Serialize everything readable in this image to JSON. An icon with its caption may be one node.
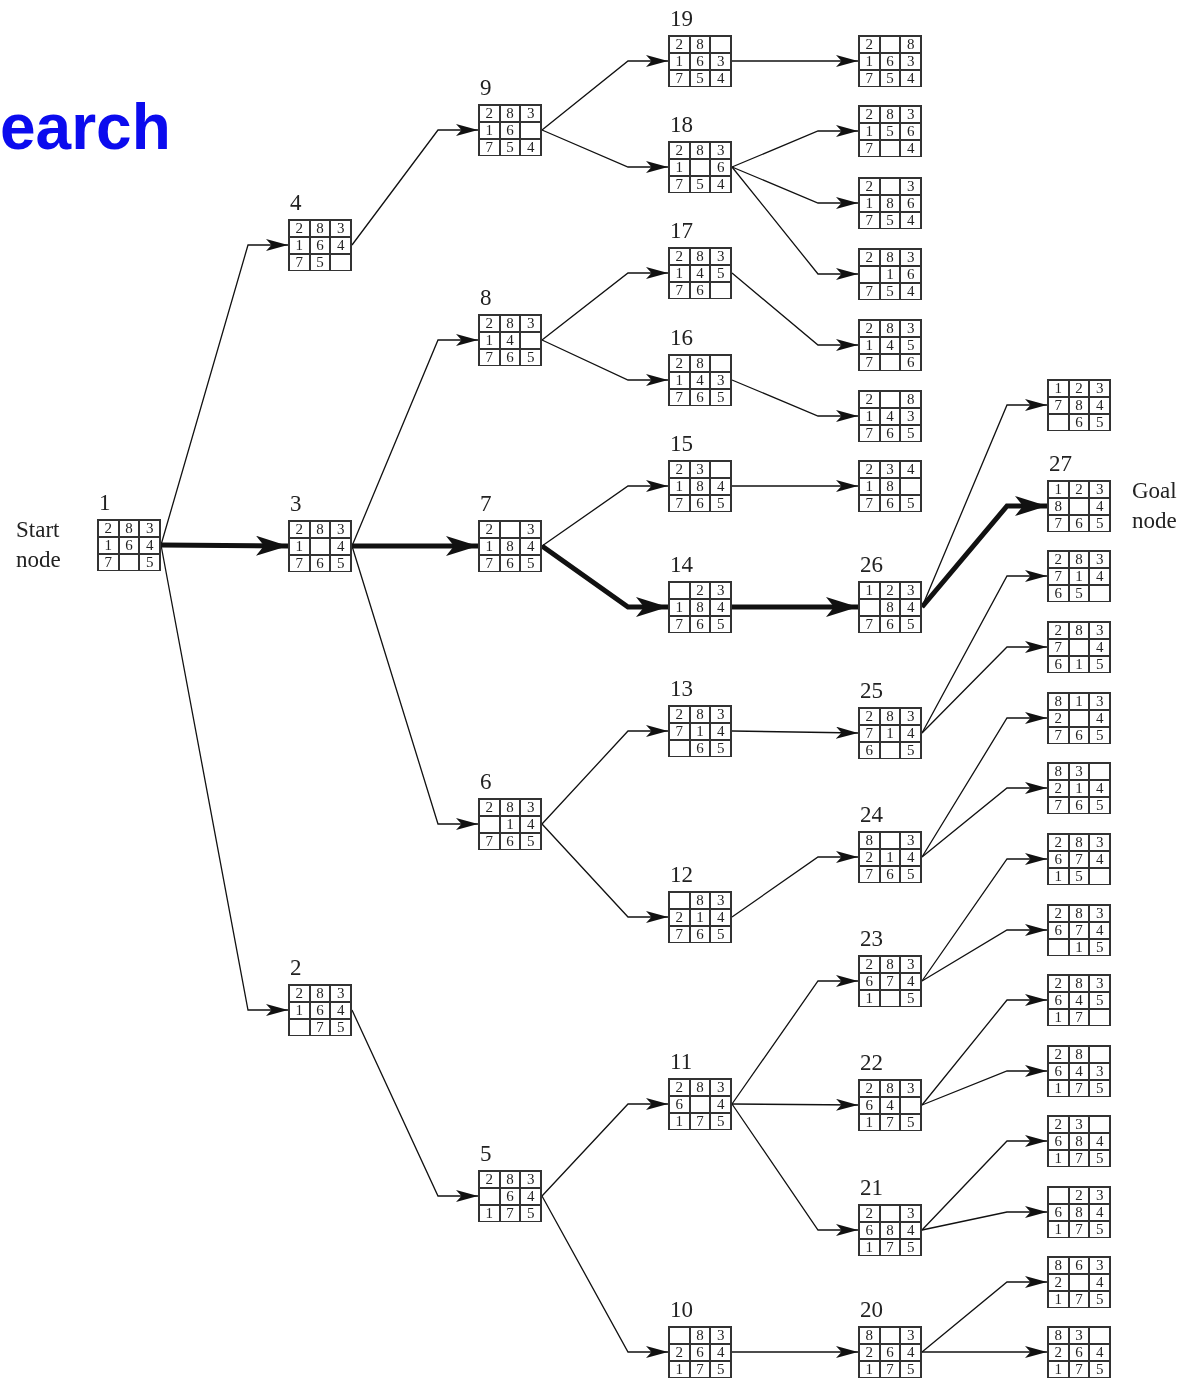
{
  "diagram": {
    "title": "earch",
    "nodes": [
      {
        "text": [
          "1"
        ],
        "beside": [
          "Start node"
        ]
      },
      {
        "text": [
          "2"
        ],
        "in": 0
      },
      {
        "text": [
          "8"
        ],
        "in": 0
      },
      {
        "text": [
          "3"
        ],
        "in": 0
      },
      {
        "text": [
          "1"
        ],
        "in": 0
      },
      {
        "text": [
          "6"
        ],
        "in": 0
      },
      {
        "text": [
          "4"
        ],
        "in": 0
      },
      {
        "text": [
          "7"
        ],
        "in": 0
      },
      {
        "text": [],
        "shape": "box",
        "in": 0
      },
      {
        "text": [
          "5"
        ],
        "in": 0
      },
      {
        "text": [
          "4"
        ]
      },
      {
        "text": [
          "2"
        ],
        "in": 10
      },
      {
        "text": [
          "8"
        ],
        "in": 10
      },
      {
        "text": [
          "3"
        ],
        "in": 10
      },
      {
        "text": [
          "1"
        ],
        "in": 10
      },
      {
        "text": [
          "6"
        ],
        "in": 10
      },
      {
        "text": [
          "4"
        ],
        "in": 10
      },
      {
        "text": [
          "7"
        ],
        "in": 10
      },
      {
        "text": [
          "5"
        ],
        "in": 10
      },
      {
        "text": [],
        "shape": "box",
        "in": 10
      },
      {
        "text": [
          "3"
        ]
      },
      {
        "text": [
          "2"
        ],
        "in": 20
      },
      {
        "text": [
          "8"
        ],
        "in": 20
      },
      {
        "text": [
          "3"
        ],
        "in": 20
      },
      {
        "text": [
          "1"
        ],
        "in": 20
      },
      {
        "text": [],
        "shape": "box",
        "in": 20
      },
      {
        "text": [
          "4"
        ],
        "in": 20
      },
      {
        "text": [
          "7"
        ],
        "in": 20
      },
      {
        "text": [
          "6"
        ],
        "in": 20
      },
      {
        "text": [
          "5"
        ],
        "in": 20
      },
      {
        "text": [
          "2"
        ]
      },
      {
        "text": [
          "2"
        ],
        "in": 30
      },
      {
        "text": [
          "8"
        ],
        "in": 30
      },
      {
        "text": [
          "3"
        ],
        "in": 30
      },
      {
        "text": [
          "1"
        ],
        "in": 30
      },
      {
        "text": [
          "6"
        ],
        "in": 30
      },
      {
        "text": [
          "4"
        ],
        "in": 30
      },
      {
        "text": [],
        "shape": "box",
        "in": 30
      },
      {
        "text": [
          "7"
        ],
        "in": 30
      },
      {
        "text": [
          "5"
        ],
        "in": 30
      },
      {
        "text": [
          "9"
        ]
      },
      {
        "text": [
          "2"
        ],
        "in": 40
      },
      {
        "text": [
          "8"
        ],
        "in": 40
      },
      {
        "text": [
          "3"
        ],
        "in": 40
      },
      {
        "text": [
          "1"
        ],
        "in": 40
      },
      {
        "text": [
          "6"
        ],
        "in": 40
      },
      {
        "text": [],
        "shape": "box",
        "in": 40
      },
      {
        "text": [
          "7"
        ],
        "in": 40
      },
      {
        "text": [
          "5"
        ],
        "in": 40
      },
      {
        "text": [
          "4"
        ],
        "in": 40
      },
      {
        "text": [
          "8"
        ]
      },
      {
        "text": [
          "2"
        ],
        "in": 50
      },
      {
        "text": [
          "8"
        ],
        "in": 50
      },
      {
        "text": [
          "3"
        ],
        "in": 50
      },
      {
        "text": [
          "1"
        ],
        "in": 50
      },
      {
        "text": [
          "4"
        ],
        "in": 50
      },
      {
        "text": [],
        "shape": "box",
        "in": 50
      },
      {
        "text": [
          "7"
        ],
        "in": 50
      },
      {
        "text": [
          "6"
        ],
        "in": 50
      },
      {
        "text": [
          "5"
        ],
        "in": 50
      },
      {
        "text": [
          "7"
        ]
      },
      {
        "text": [
          "2"
        ],
        "in": 60
      },
      {
        "text": [],
        "shape": "box",
        "in": 60
      },
      {
        "text": [
          "3"
        ],
        "in": 60
      },
      {
        "text": [
          "1"
        ],
        "in": 60
      },
      {
        "text": [
          "8"
        ],
        "in": 60
      },
      {
        "text": [
          "4"
        ],
        "in": 60
      },
      {
        "text": [
          "7"
        ],
        "in": 60
      },
      {
        "text": [
          "6"
        ],
        "in": 60
      },
      {
        "text": [
          "5"
        ],
        "in": 60
      },
      {
        "text": [
          "6"
        ]
      },
      {
        "text": [
          "2"
        ],
        "in": 70
      },
      {
        "text": [
          "8"
        ],
        "in": 70
      },
      {
        "text": [
          "3"
        ],
        "in": 70
      },
      {
        "text": [],
        "shape": "box",
        "in": 70
      },
      {
        "text": [
          "1"
        ],
        "in": 70
      },
      {
        "text": [
          "4"
        ],
        "in": 70
      },
      {
        "text": [
          "7"
        ],
        "in": 70
      },
      {
        "text": [
          "6"
        ],
        "in": 70
      },
      {
        "text": [
          "5"
        ],
        "in": 70
      },
      {
        "text": [
          "5"
        ]
      },
      {
        "text": [
          "2"
        ],
        "in": 80
      },
      {
        "text": [
          "8"
        ],
        "in": 80
      },
      {
        "text": [
          "3"
        ],
        "in": 80
      },
      {
        "text": [],
        "shape": "box",
        "in": 80
      },
      {
        "text": [
          "6"
        ],
        "in": 80
      },
      {
        "text": [
          "4"
        ],
        "in": 80
      },
      {
        "text": [
          "1"
        ],
        "in": 80
      },
      {
        "text": [
          "7"
        ],
        "in": 80
      },
      {
        "text": [
          "5"
        ],
        "in": 80
      },
      {
        "text": [
          "19"
        ]
      },
      {
        "text": [
          "2"
        ],
        "in": 90
      },
      {
        "text": [
          "8"
        ],
        "in": 90
      },
      {
        "text": [],
        "shape": "box",
        "in": 90
      },
      {
        "text": [
          "1"
        ],
        "in": 90
      },
      {
        "text": [
          "6"
        ],
        "in": 90
      },
      {
        "text": [
          "3"
        ],
        "in": 90
      },
      {
        "text": [
          "7"
        ],
        "in": 90
      },
      {
        "text": [
          "5"
        ],
        "in": 90
      },
      {
        "text": [
          "4"
        ],
        "in": 90
      },
      {
        "text": [
          "18"
        ]
      },
      {
        "text": [
          "2"
        ],
        "in": 100
      },
      {
        "text": [
          "8"
        ],
        "in": 100
      },
      {
        "text": [
          "3"
        ],
        "in": 100
      },
      {
        "text": [
          "1"
        ],
        "in": 100
      },
      {
        "text": [],
        "shape": "box",
        "in": 100
      },
      {
        "text": [
          "6"
        ],
        "in": 100
      },
      {
        "text": [
          "7"
        ],
        "in": 100
      },
      {
        "text": [
          "5"
        ],
        "in": 100
      },
      {
        "text": [
          "4"
        ],
        "in": 100
      },
      {
        "text": [
          "17"
        ]
      },
      {
        "text": [
          "2"
        ],
        "in": 110
      },
      {
        "text": [
          "8"
        ],
        "in": 110
      },
      {
        "text": [
          "3"
        ],
        "in": 110
      },
      {
        "text": [
          "1"
        ],
        "in": 110
      },
      {
        "text": [
          "4"
        ],
        "in": 110
      },
      {
        "text": [
          "5"
        ],
        "in": 110
      },
      {
        "text": [
          "7"
        ],
        "in": 110
      },
      {
        "text": [
          "6"
        ],
        "in": 110
      },
      {
        "text": [],
        "shape": "box",
        "in": 110
      },
      {
        "text": [
          "16"
        ]
      },
      {
        "text": [
          "2"
        ],
        "in": 120
      },
      {
        "text": [
          "8"
        ],
        "in": 120
      },
      {
        "text": [],
        "shape": "box",
        "in": 120
      },
      {
        "text": [
          "1"
        ],
        "in": 120
      },
      {
        "text": [
          "4"
        ],
        "in": 120
      },
      {
        "text": [
          "3"
        ],
        "in": 120
      },
      {
        "text": [
          "7"
        ],
        "in": 120
      },
      {
        "text": [
          "6"
        ],
        "in": 120
      },
      {
        "text": [
          "5"
        ],
        "in": 120
      },
      {
        "text": [
          "15"
        ]
      },
      {
        "text": [
          "2"
        ],
        "in": 130
      },
      {
        "text": [
          "3"
        ],
        "in": 130
      },
      {
        "text": [],
        "shape": "box",
        "in": 130
      },
      {
        "text": [
          "1"
        ],
        "in": 130
      },
      {
        "text": [
          "8"
        ],
        "in": 130
      },
      {
        "text": [
          "4"
        ],
        "in": 130
      },
      {
        "text": [
          "7"
        ],
        "in": 130
      },
      {
        "text": [
          "6"
        ],
        "in": 130
      },
      {
        "text": [
          "5"
        ],
        "in": 130
      },
      {
        "text": [
          "14"
        ]
      },
      {
        "text": [],
        "shape": "box",
        "in": 140
      },
      {
        "text": [
          "2"
        ],
        "in": 140
      },
      {
        "text": [
          "3"
        ],
        "in": 140
      },
      {
        "text": [
          "1"
        ],
        "in": 140
      },
      {
        "text": [
          "8"
        ],
        "in": 140
      },
      {
        "text": [
          "4"
        ],
        "in": 140
      },
      {
        "text": [
          "7"
        ],
        "in": 140
      },
      {
        "text": [
          "6"
        ],
        "in": 140
      },
      {
        "text": [
          "5"
        ],
        "in": 140
      },
      {
        "text": [
          "13"
        ]
      },
      {
        "text": [
          "2"
        ],
        "in": 150
      },
      {
        "text": [
          "8"
        ],
        "in": 150
      },
      {
        "text": [
          "3"
        ],
        "in": 150
      },
      {
        "text": [
          "7"
        ],
        "in": 150
      },
      {
        "text": [
          "1"
        ],
        "in": 150
      },
      {
        "text": [
          "4"
        ],
        "in": 150
      },
      {
        "text": [],
        "shape": "box",
        "in": 150
      },
      {
        "text": [
          "6"
        ],
        "in": 150
      },
      {
        "text": [
          "5"
        ],
        "in": 150
      },
      {
        "text": [
          "12"
        ]
      },
      {
        "text": [],
        "shape": "box",
        "in": 160
      },
      {
        "text": [
          "8"
        ],
        "in": 160
      },
      {
        "text": [
          "3"
        ],
        "in": 160
      },
      {
        "text": [
          "2"
        ],
        "in": 160
      },
      {
        "text": [
          "1"
        ],
        "in": 160
      },
      {
        "text": [
          "4"
        ],
        "in": 160
      },
      {
        "text": [
          "7"
        ],
        "in": 160
      },
      {
        "text": [
          "6"
        ],
        "in": 160
      },
      {
        "text": [
          "5"
        ],
        "in": 160
      },
      {
        "text": [
          "11"
        ]
      },
      {
        "text": [
          "2"
        ],
        "in": 170
      },
      {
        "text": [
          "8"
        ],
        "in": 170
      },
      {
        "text": [
          "3"
        ],
        "in": 170
      },
      {
        "text": [
          "6"
        ],
        "in": 170
      },
      {
        "text": [],
        "shape": "box",
        "in": 170
      },
      {
        "text": [
          "4"
        ],
        "in": 170
      },
      {
        "text": [
          "1"
        ],
        "in": 170
      },
      {
        "text": [
          "7"
        ],
        "in": 170
      },
      {
        "text": [
          "5"
        ],
        "in": 170
      },
      {
        "text": [
          "10"
        ]
      },
      {
        "text": [],
        "shape": "box",
        "in": 180
      },
      {
        "text": [
          "8"
        ],
        "in": 180
      },
      {
        "text": [
          "3"
        ],
        "in": 180
      },
      {
        "text": [
          "2"
        ],
        "in": 180
      },
      {
        "text": [
          "6"
        ],
        "in": 180
      },
      {
        "text": [
          "4"
        ],
        "in": 180
      },
      {
        "text": [
          "1"
        ],
        "in": 180
      },
      {
        "text": [
          "7"
        ],
        "in": 180
      },
      {
        "text": [
          "5"
        ],
        "in": 180
      },
      {
        "text": [],
        "shape": "box"
      },
      {
        "text": [
          "2"
        ],
        "in": 190
      },
      {
        "text": [],
        "shape": "box",
        "in": 190
      },
      {
        "text": [
          "8"
        ],
        "in": 190
      },
      {
        "text": [
          "1"
        ],
        "in": 190
      },
      {
        "text": [
          "6"
        ],
        "in": 190
      },
      {
        "text": [
          "3"
        ],
        "in": 190
      },
      {
        "text": [
          "7"
        ],
        "in": 190
      },
      {
        "text": [
          "5"
        ],
        "in": 190
      },
      {
        "text": [
          "4"
        ],
        "in": 190
      },
      {
        "text": [],
        "shape": "box"
      },
      {
        "text": [
          "2"
        ],
        "in": 200
      },
      {
        "text": [
          "8"
        ],
        "in": 200
      },
      {
        "text": [
          "3"
        ],
        "in": 200
      },
      {
        "text": [
          "1"
        ],
        "in": 200
      },
      {
        "text": [
          "5"
        ],
        "in": 200
      },
      {
        "text": [
          "6"
        ],
        "in": 200
      },
      {
        "text": [
          "7"
        ],
        "in": 200
      },
      {
        "text": [],
        "shape": "box",
        "in": 200
      },
      {
        "text": [
          "4"
        ],
        "in": 200
      },
      {
        "text": [],
        "shape": "box"
      },
      {
        "text": [
          "2"
        ],
        "in": 210
      },
      {
        "text": [],
        "shape": "box",
        "in": 210
      },
      {
        "text": [
          "3"
        ],
        "in": 210
      },
      {
        "text": [
          "1"
        ],
        "in": 210
      },
      {
        "text": [
          "8"
        ],
        "in": 210
      },
      {
        "text": [
          "6"
        ],
        "in": 210
      },
      {
        "text": [
          "7"
        ],
        "in": 210
      },
      {
        "text": [
          "5"
        ],
        "in": 210
      },
      {
        "text": [
          "4"
        ],
        "in": 210
      },
      {
        "text": [],
        "shape": "box"
      },
      {
        "text": [
          "2"
        ],
        "in": 220
      },
      {
        "text": [
          "8"
        ],
        "in": 220
      },
      {
        "text": [
          "3"
        ],
        "in": 220
      },
      {
        "text": [],
        "shape": "box",
        "in": 220
      },
      {
        "text": [
          "1"
        ],
        "in": 220
      },
      {
        "text": [
          "6"
        ],
        "in": 220
      },
      {
        "text": [
          "7"
        ],
        "in": 220
      },
      {
        "text": [
          "5"
        ],
        "in": 220
      },
      {
        "text": [
          "4"
        ],
        "in": 220
      },
      {
        "text": [],
        "shape": "box"
      },
      {
        "text": [
          "2"
        ],
        "in": 230
      },
      {
        "text": [
          "8"
        ],
        "in": 230
      },
      {
        "text": [
          "3"
        ],
        "in": 230
      },
      {
        "text": [
          "1"
        ],
        "in": 230
      },
      {
        "text": [
          "4"
        ],
        "in": 230
      },
      {
        "text": [
          "5"
        ],
        "in": 230
      },
      {
        "text": [
          "7"
        ],
        "in": 230
      },
      {
        "text": [],
        "shape": "box",
        "in": 230
      },
      {
        "text": [
          "6"
        ],
        "in": 230
      },
      {
        "text": [],
        "shape": "box"
      },
      {
        "text": [
          "2"
        ],
        "in": 240
      },
      {
        "text": [],
        "shape": "box",
        "in": 240
      },
      {
        "text": [
          "8"
        ],
        "in": 240
      },
      {
        "text": [
          "1"
        ],
        "in": 240
      },
      {
        "text": [
          "4"
        ],
        "in": 240
      },
      {
        "text": [
          "3"
        ],
        "in": 240
      },
      {
        "text": [
          "7"
        ],
        "in": 240
      },
      {
        "text": [
          "6"
        ],
        "in": 240
      },
      {
        "text": [
          "5"
        ],
        "in": 240
      },
      {
        "text": [],
        "shape": "box"
      },
      {
        "text": [
          "2"
        ],
        "in": 250
      },
      {
        "text": [
          "3"
        ],
        "in": 250
      },
      {
        "text": [
          "4"
        ],
        "in": 250
      },
      {
        "text": [
          "1"
        ],
        "in": 250
      },
      {
        "text": [
          "8"
        ],
        "in": 250
      },
      {
        "text": [],
        "shape": "box",
        "in": 250
      },
      {
        "text": [
          "7"
        ],
        "in": 250
      },
      {
        "text": [
          "6"
        ],
        "in": 250
      },
      {
        "text": [
          "5"
        ],
        "in": 250
      },
      {
        "text": [
          "26"
        ]
      },
      {
        "text": [
          "1"
        ],
        "in": 260
      },
      {
        "text": [
          "2"
        ],
        "in": 260
      },
      {
        "text": [
          "3"
        ],
        "in": 260
      },
      {
        "text": [],
        "shape": "box",
        "in": 260
      },
      {
        "text": [
          "8"
        ],
        "in": 260
      },
      {
        "text": [
          "4"
        ],
        "in": 260
      },
      {
        "text": [
          "7"
        ],
        "in": 260
      },
      {
        "text": [
          "6"
        ],
        "in": 260
      },
      {
        "text": [
          "5"
        ],
        "in": 260
      },
      {
        "text": [
          "25"
        ]
      },
      {
        "text": [
          "2"
        ],
        "in": 270
      },
      {
        "text": [
          "8"
        ],
        "in": 270
      },
      {
        "text": [
          "3"
        ],
        "in": 270
      },
      {
        "text": [
          "7"
        ],
        "in": 270
      },
      {
        "text": [
          "1"
        ],
        "in": 270
      },
      {
        "text": [
          "4"
        ],
        "in": 270
      },
      {
        "text": [
          "6"
        ],
        "in": 270
      },
      {
        "text": [],
        "shape": "box",
        "in": 270
      },
      {
        "text": [
          "5"
        ],
        "in": 270
      },
      {
        "text": [
          "24"
        ]
      },
      {
        "text": [
          "8"
        ],
        "in": 280
      },
      {
        "text": [],
        "shape": "box",
        "in": 280
      },
      {
        "text": [
          "3"
        ],
        "in": 280
      },
      {
        "text": [
          "2"
        ],
        "in": 280
      },
      {
        "text": [
          "1"
        ],
        "in": 280
      },
      {
        "text": [
          "4"
        ],
        "in": 280
      },
      {
        "text": [
          "7"
        ],
        "in": 280
      },
      {
        "text": [
          "6"
        ],
        "in": 280
      },
      {
        "text": [
          "5"
        ],
        "in": 280
      },
      {
        "text": [
          "23"
        ]
      },
      {
        "text": [
          "2"
        ],
        "in": 290
      },
      {
        "text": [
          "8"
        ],
        "in": 290
      },
      {
        "text": [
          "3"
        ],
        "in": 290
      },
      {
        "text": [
          "6"
        ],
        "in": 290
      },
      {
        "text": [
          "7"
        ],
        "in": 290
      },
      {
        "text": [
          "4"
        ],
        "in": 290
      },
      {
        "text": [
          "1"
        ],
        "in": 290
      },
      {
        "text": [],
        "shape": "box",
        "in": 290
      },
      {
        "text": [
          "5"
        ],
        "in": 290
      },
      {
        "text": [
          "22"
        ]
      },
      {
        "text": [
          "2"
        ],
        "in": 300
      },
      {
        "text": [
          "8"
        ],
        "in": 300
      },
      {
        "text": [
          "3"
        ],
        "in": 300
      },
      {
        "text": [
          "6"
        ],
        "in": 300
      },
      {
        "text": [
          "4"
        ],
        "in": 300
      },
      {
        "text": [],
        "shape": "box",
        "in": 300
      },
      {
        "text": [
          "1"
        ],
        "in": 300
      },
      {
        "text": [
          "7"
        ],
        "in": 300
      },
      {
        "text": [
          "5"
        ],
        "in": 300
      },
      {
        "text": [
          "21"
        ]
      },
      {
        "text": [
          "2"
        ],
        "in": 310
      },
      {
        "text": [],
        "shape": "box",
        "in": 310
      },
      {
        "text": [
          "3"
        ],
        "in": 310
      },
      {
        "text": [
          "6"
        ],
        "in": 310
      },
      {
        "text": [
          "8"
        ],
        "in": 310
      },
      {
        "text": [
          "4"
        ],
        "in": 310
      },
      {
        "text": [
          "1"
        ],
        "in": 310
      },
      {
        "text": [
          "7"
        ],
        "in": 310
      },
      {
        "text": [
          "5"
        ],
        "in": 310
      },
      {
        "text": [
          "20"
        ]
      },
      {
        "text": [
          "8"
        ],
        "in": 320
      },
      {
        "text": [],
        "shape": "box",
        "in": 320
      },
      {
        "text": [
          "3"
        ],
        "in": 320
      },
      {
        "text": [
          "2"
        ],
        "in": 320
      },
      {
        "text": [
          "6"
        ],
        "in": 320
      },
      {
        "text": [
          "4"
        ],
        "in": 320
      },
      {
        "text": [
          "1"
        ],
        "in": 320
      },
      {
        "text": [
          "7"
        ],
        "in": 320
      },
      {
        "text": [
          "5"
        ],
        "in": 320
      },
      {
        "text": [],
        "shape": "box"
      },
      {
        "text": [
          "1"
        ],
        "in": 330
      },
      {
        "text": [
          "2"
        ],
        "in": 330
      },
      {
        "text": [
          "3"
        ],
        "in": 330
      },
      {
        "text": [
          "7"
        ],
        "in": 330
      },
      {
        "text": [
          "8"
        ],
        "in": 330
      },
      {
        "text": [
          "4"
        ],
        "in": 330
      },
      {
        "text": [],
        "shape": "box",
        "in": 330
      },
      {
        "text": [
          "6"
        ],
        "in": 330
      },
      {
        "text": [
          "5"
        ],
        "in": 330
      },
      {
        "text": [
          "27"
        ],
        "beside": [
          "Goal node"
        ]
      },
      {
        "text": [
          "1"
        ],
        "in": 340
      },
      {
        "text": [
          "2"
        ],
        "in": 340
      },
      {
        "text": [
          "3"
        ],
        "in": 340
      },
      {
        "text": [
          "8"
        ],
        "in": 340
      },
      {
        "text": [],
        "shape": "box",
        "in": 340
      },
      {
        "text": [
          "4"
        ],
        "in": 340
      },
      {
        "text": [
          "7"
        ],
        "in": 340
      },
      {
        "text": [
          "6"
        ],
        "in": 340
      },
      {
        "text": [
          "5"
        ],
        "in": 340
      },
      {
        "text": [],
        "shape": "box"
      },
      {
        "text": [
          "2"
        ],
        "in": 350
      },
      {
        "text": [
          "8"
        ],
        "in": 350
      },
      {
        "text": [
          "3"
        ],
        "in": 350
      },
      {
        "text": [
          "7"
        ],
        "in": 350
      },
      {
        "text": [
          "1"
        ],
        "in": 350
      },
      {
        "text": [
          "4"
        ],
        "in": 350
      },
      {
        "text": [
          "6"
        ],
        "in": 350
      },
      {
        "text": [
          "5"
        ],
        "in": 350
      },
      {
        "text": [],
        "shape": "box",
        "in": 350
      },
      {
        "text": [],
        "shape": "box"
      },
      {
        "text": [
          "2"
        ],
        "in": 360
      },
      {
        "text": [
          "8"
        ],
        "in": 360
      },
      {
        "text": [
          "3"
        ],
        "in": 360
      },
      {
        "text": [
          "7"
        ],
        "in": 360
      },
      {
        "text": [],
        "shape": "box",
        "in": 360
      },
      {
        "text": [
          "4"
        ],
        "in": 360
      },
      {
        "text": [
          "6"
        ],
        "in": 360
      },
      {
        "text": [
          "1"
        ],
        "in": 360
      },
      {
        "text": [
          "5"
        ],
        "in": 360
      },
      {
        "text": [],
        "shape": "box"
      },
      {
        "text": [
          "8"
        ],
        "in": 370
      },
      {
        "text": [
          "1"
        ],
        "in": 370
      },
      {
        "text": [
          "3"
        ],
        "in": 370
      },
      {
        "text": [
          "2"
        ],
        "in": 370
      },
      {
        "text": [],
        "shape": "box",
        "in": 370
      },
      {
        "text": [
          "4"
        ],
        "in": 370
      },
      {
        "text": [
          "7"
        ],
        "in": 370
      },
      {
        "text": [
          "6"
        ],
        "in": 370
      },
      {
        "text": [
          "5"
        ],
        "in": 370
      },
      {
        "text": [],
        "shape": "box"
      },
      {
        "text": [
          "8"
        ],
        "in": 380
      },
      {
        "text": [
          "3"
        ],
        "in": 380
      },
      {
        "text": [],
        "shape": "box",
        "in": 380
      },
      {
        "text": [
          "2"
        ],
        "in": 380
      },
      {
        "text": [
          "1"
        ],
        "in": 380
      },
      {
        "text": [
          "4"
        ],
        "in": 380
      },
      {
        "text": [
          "7"
        ],
        "in": 380
      },
      {
        "text": [
          "6"
        ],
        "in": 380
      },
      {
        "text": [
          "5"
        ],
        "in": 380
      },
      {
        "text": [],
        "shape": "box"
      },
      {
        "text": [
          "2"
        ],
        "in": 390
      },
      {
        "text": [
          "8"
        ],
        "in": 390
      },
      {
        "text": [
          "3"
        ],
        "in": 390
      },
      {
        "text": [
          "6"
        ],
        "in": 390
      },
      {
        "text": [
          "7"
        ],
        "in": 390
      },
      {
        "text": [
          "4"
        ],
        "in": 390
      },
      {
        "text": [
          "1"
        ],
        "in": 390
      },
      {
        "text": [
          "5"
        ],
        "in": 390
      },
      {
        "text": [],
        "shape": "box",
        "in": 390
      },
      {
        "text": [],
        "shape": "box"
      },
      {
        "text": [
          "2"
        ],
        "in": 400
      },
      {
        "text": [
          "8"
        ],
        "in": 400
      },
      {
        "text": [
          "3"
        ],
        "in": 400
      },
      {
        "text": [
          "6"
        ],
        "in": 400
      },
      {
        "text": [
          "7"
        ],
        "in": 400
      },
      {
        "text": [
          "4"
        ],
        "in": 400
      },
      {
        "text": [],
        "shape": "box",
        "in": 400
      },
      {
        "text": [
          "1"
        ],
        "in": 400
      },
      {
        "text": [
          "5"
        ],
        "in": 400
      },
      {
        "text": [],
        "shape": "box"
      },
      {
        "text": [
          "2"
        ],
        "in": 410
      },
      {
        "text": [
          "8"
        ],
        "in": 410
      },
      {
        "text": [
          "3"
        ],
        "in": 410
      },
      {
        "text": [
          "6"
        ],
        "in": 410
      },
      {
        "text": [
          "4"
        ],
        "in": 410
      },
      {
        "text": [
          "5"
        ],
        "in": 410
      },
      {
        "text": [
          "1"
        ],
        "in": 410
      },
      {
        "text": [
          "7"
        ],
        "in": 410
      },
      {
        "text": [],
        "shape": "box",
        "in": 410
      },
      {
        "text": [],
        "shape": "box"
      },
      {
        "text": [
          "2"
        ],
        "in": 420
      },
      {
        "text": [
          "8"
        ],
        "in": 420
      },
      {
        "text": [],
        "shape": "box",
        "in": 420
      },
      {
        "text": [
          "6"
        ],
        "in": 420
      },
      {
        "text": [
          "4"
        ],
        "in": 420
      },
      {
        "text": [
          "3"
        ],
        "in": 420
      },
      {
        "text": [
          "1"
        ],
        "in": 420
      },
      {
        "text": [
          "7"
        ],
        "in": 420
      },
      {
        "text": [
          "5"
        ],
        "in": 420
      },
      {
        "text": [],
        "shape": "box"
      },
      {
        "text": [
          "2"
        ],
        "in": 430
      },
      {
        "text": [
          "3"
        ],
        "in": 430
      },
      {
        "text": [],
        "shape": "box",
        "in": 430
      },
      {
        "text": [
          "6"
        ],
        "in": 430
      },
      {
        "text": [
          "8"
        ],
        "in": 430
      },
      {
        "text": [
          "4"
        ],
        "in": 430
      },
      {
        "text": [
          "1"
        ],
        "in": 430
      },
      {
        "text": [
          "7"
        ],
        "in": 430
      },
      {
        "text": [
          "5"
        ],
        "in": 430
      },
      {
        "text": [],
        "shape": "box"
      },
      {
        "text": [],
        "shape": "box",
        "in": 440
      },
      {
        "text": [
          "2"
        ],
        "in": 440
      },
      {
        "text": [
          "3"
        ],
        "in": 440
      },
      {
        "text": [
          "6"
        ],
        "in": 440
      },
      {
        "text": [
          "8"
        ],
        "in": 440
      },
      {
        "text": [
          "4"
        ],
        "in": 440
      },
      {
        "text": [
          "1"
        ],
        "in": 440
      },
      {
        "text": [
          "7"
        ],
        "in": 440
      },
      {
        "text": [
          "5"
        ],
        "in": 440
      },
      {
        "text": [],
        "shape": "box"
      },
      {
        "text": [
          "8"
        ],
        "in": 450
      },
      {
        "text": [
          "6"
        ],
        "in": 450
      },
      {
        "text": [
          "3"
        ],
        "in": 450
      },
      {
        "text": [
          "2"
        ],
        "in": 450
      },
      {
        "text": [],
        "shape": "box",
        "in": 450
      },
      {
        "text": [
          "4"
        ],
        "in": 450
      },
      {
        "text": [
          "1"
        ],
        "in": 450
      },
      {
        "text": [
          "7"
        ],
        "in": 450
      },
      {
        "text": [
          "5"
        ],
        "in": 450
      },
      {
        "text": [],
        "shape": "box"
      },
      {
        "text": [
          "8"
        ],
        "in": 460
      },
      {
        "text": [
          "3"
        ],
        "in": 460
      },
      {
        "text": [],
        "shape": "box",
        "in": 460
      },
      {
        "text": [
          "2"
        ],
        "in": 460
      },
      {
        "text": [
          "6"
        ],
        "in": 460
      },
      {
        "text": [
          "4"
        ],
        "in": 460
      },
      {
        "text": [
          "1"
        ],
        "in": 460
      },
      {
        "text": [
          "7"
        ],
        "in": 460
      },
      {
        "text": [
          "5"
        ],
        "in": 460
      }
    ],
    "edges": [
      {
        "from": 0,
        "to": 10,
        "arrow": "to"
      },
      {
        "from": 0,
        "to": 20,
        "arrow": "to",
        "style": "thick"
      },
      {
        "from": 0,
        "to": 30,
        "arrow": "to"
      },
      {
        "from": 10,
        "to": 40,
        "arrow": "to"
      },
      {
        "from": 20,
        "to": 50,
        "arrow": "to"
      },
      {
        "from": 20,
        "to": 60,
        "arrow": "to",
        "style": "thick"
      },
      {
        "from": 20,
        "to": 70,
        "arrow": "to"
      },
      {
        "from": 30,
        "to": 80,
        "arrow": "to"
      },
      {
        "from": 40,
        "to": 90,
        "arrow": "to"
      },
      {
        "from": 40,
        "to": 100,
        "arrow": "to"
      },
      {
        "from": 50,
        "to": 110,
        "arrow": "to"
      },
      {
        "from": 50,
        "to": 120,
        "arrow": "to"
      },
      {
        "from": 60,
        "to": 130,
        "arrow": "to"
      },
      {
        "from": 60,
        "to": 140,
        "arrow": "to",
        "style": "thick"
      },
      {
        "from": 70,
        "to": 150,
        "arrow": "to"
      },
      {
        "from": 70,
        "to": 160,
        "arrow": "to"
      },
      {
        "from": 80,
        "to": 170,
        "arrow": "to"
      },
      {
        "from": 80,
        "to": 180,
        "arrow": "to"
      },
      {
        "from": 90,
        "to": 190,
        "arrow": "to"
      },
      {
        "from": 100,
        "to": 200,
        "arrow": "to"
      },
      {
        "from": 100,
        "to": 210,
        "arrow": "to"
      },
      {
        "from": 100,
        "to": 220,
        "arrow": "to"
      },
      {
        "from": 110,
        "to": 230,
        "arrow": "to"
      },
      {
        "from": 120,
        "to": 240,
        "arrow": "to"
      },
      {
        "from": 130,
        "to": 250,
        "arrow": "to"
      },
      {
        "from": 140,
        "to": 260,
        "arrow": "to",
        "style": "thick"
      },
      {
        "from": 150,
        "to": 270,
        "arrow": "to"
      },
      {
        "from": 160,
        "to": 280,
        "arrow": "to"
      },
      {
        "from": 170,
        "to": 290,
        "arrow": "to"
      },
      {
        "from": 170,
        "to": 300,
        "arrow": "to"
      },
      {
        "from": 170,
        "to": 310,
        "arrow": "to"
      },
      {
        "from": 180,
        "to": 320,
        "arrow": "to"
      },
      {
        "from": 260,
        "to": 330,
        "arrow": "to"
      },
      {
        "from": 260,
        "to": 340,
        "arrow": "to",
        "style": "thick"
      },
      {
        "from": 270,
        "to": 350,
        "arrow": "to"
      },
      {
        "from": 270,
        "to": 360,
        "arrow": "to"
      },
      {
        "from": 280,
        "to": 370,
        "arrow": "to"
      },
      {
        "from": 280,
        "to": 380,
        "arrow": "to"
      },
      {
        "from": 290,
        "to": 390,
        "arrow": "to"
      },
      {
        "from": 290,
        "to": 400,
        "arrow": "to"
      },
      {
        "from": 300,
        "to": 410,
        "arrow": "to"
      },
      {
        "from": 300,
        "to": 420,
        "arrow": "to"
      },
      {
        "from": 310,
        "to": 430,
        "arrow": "to"
      },
      {
        "from": 310,
        "to": 440,
        "arrow": "to"
      },
      {
        "from": 320,
        "to": 450,
        "arrow": "to"
      },
      {
        "from": 320,
        "to": 460,
        "arrow": "to"
      }
    ]
  }
}
